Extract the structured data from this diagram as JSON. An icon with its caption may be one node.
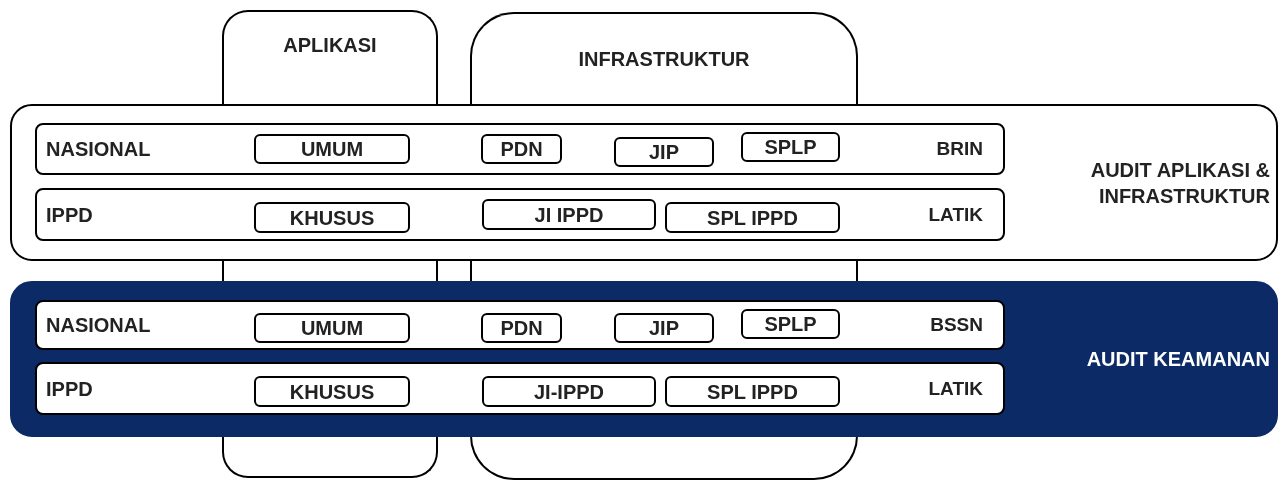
{
  "diagram": {
    "nodes": [
      {
        "text": [
          "APLIKASI"
        ]
      },
      {
        "text": [
          "INFRASTRUKTUR"
        ]
      },
      {
        "text": [
          "AUDIT APLIKASI & INFRASTRUKTUR"
        ]
      },
      {
        "text": [
          "NASIONAL",
          "BRIN"
        ],
        "in": 2
      },
      {
        "text": [
          "UMUM"
        ],
        "in": 3
      },
      {
        "text": [
          "PDN"
        ],
        "in": 3
      },
      {
        "text": [
          "JIP"
        ],
        "in": 3
      },
      {
        "text": [
          "SPLP"
        ],
        "in": 3
      },
      {
        "text": [
          "IPPD",
          "LATIK"
        ],
        "in": 2
      },
      {
        "text": [
          "KHUSUS"
        ],
        "in": 8
      },
      {
        "text": [
          "JI IPPD"
        ],
        "in": 8
      },
      {
        "text": [
          "SPL IPPD"
        ],
        "in": 8
      },
      {
        "text": [
          "AUDIT KEAMANAN"
        ]
      },
      {
        "text": [
          "NASIONAL",
          "BSSN"
        ],
        "in": 12
      },
      {
        "text": [
          "UMUM"
        ],
        "in": 13
      },
      {
        "text": [
          "PDN"
        ],
        "in": 13
      },
      {
        "text": [
          "JIP"
        ],
        "in": 13
      },
      {
        "text": [
          "SPLP"
        ],
        "in": 13
      },
      {
        "text": [
          "IPPD",
          "LATIK"
        ],
        "in": 12
      },
      {
        "text": [
          "KHUSUS"
        ],
        "in": 18
      },
      {
        "text": [
          "JI-IPPD"
        ],
        "in": 18
      },
      {
        "text": [
          "SPL IPPD"
        ],
        "in": 18
      }
    ]
  }
}
